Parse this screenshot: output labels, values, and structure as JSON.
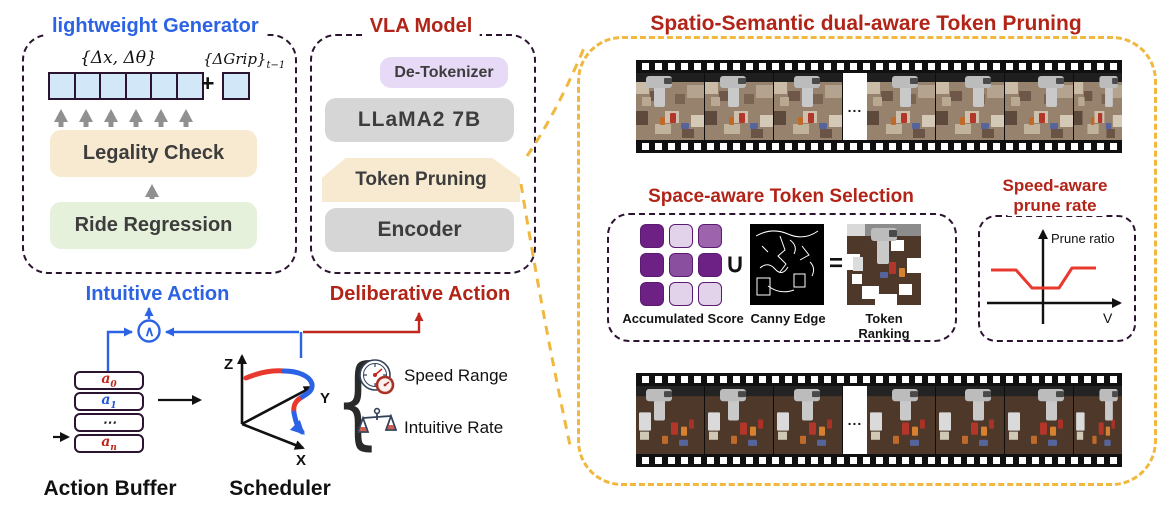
{
  "colors": {
    "blue": "#2b63e4",
    "red": "#b22418",
    "curve_red": "#e8392e",
    "yellow": "#f0b83e",
    "border_purple": "#2b1430",
    "token_fill": "#d2e8f8",
    "tan_box": "#f7ead0",
    "green_box": "#e6f1dc",
    "lavender_box": "#e6daf6",
    "gray_box": "#d6d6d6"
  },
  "generator": {
    "title": "lightweight Generator",
    "delta_label": "{Δx, Δθ}",
    "grip_label": "{ΔGrip}",
    "grip_sub": "t−1",
    "plus": "+",
    "legality_check": "Legality Check",
    "ride_regression": "Ride Regression",
    "action_label": "Intuitive Action"
  },
  "vla": {
    "title": "VLA Model",
    "de_tokenizer": "De-Tokenizer",
    "llama": "LLaMA2 7B",
    "token_pruning": "Token Pruning",
    "encoder": "Encoder",
    "action_label": "Deliberative Action"
  },
  "action_buffer": {
    "title": "Action Buffer",
    "items": [
      {
        "text": "a",
        "sub": "0",
        "color": "#c0281c"
      },
      {
        "text": "a",
        "sub": "1",
        "color": "#2356d6"
      },
      {
        "text": "⋯",
        "sub": "",
        "color": "#1a1a1a"
      },
      {
        "text": "a",
        "sub": "n",
        "color": "#c0281c"
      }
    ]
  },
  "scheduler": {
    "title": "Scheduler",
    "merge_symbol": "∧",
    "axis_z": "Z",
    "axis_y": "Y",
    "axis_x": "X",
    "legend": [
      {
        "icon": "speedometer-icon",
        "label": "Speed Range"
      },
      {
        "icon": "balance-scale-icon",
        "label": "Intuitive Rate"
      }
    ]
  },
  "right_panel": {
    "title": "Spatio-Semantic dual-aware Token Pruning",
    "ellipsis": "...",
    "film_frame_count": 6,
    "space_selection": {
      "title": "Space-aware Token Selection",
      "union_symbol": "∪",
      "equals_symbol": "=",
      "grid_colors": [
        "#6d2185",
        "#e2d2ea",
        "#9d64ad",
        "#6d2185",
        "#8a4f9e",
        "#6d2185",
        "#6d2185",
        "#e2d2ea",
        "#e2d2ea"
      ],
      "captions": [
        "Accumulated Score",
        "Canny Edge",
        "Token Ranking"
      ]
    },
    "speed_rate": {
      "title_line1": "Speed-aware",
      "title_line2": "prune rate",
      "ylabel": "Prune ratio",
      "xlabel": "V",
      "curve_points_norm": [
        [
          -1,
          0.62
        ],
        [
          -0.5,
          0.62
        ],
        [
          -0.2,
          0.28
        ],
        [
          0.3,
          0.28
        ],
        [
          0.55,
          0.65
        ],
        [
          1,
          0.65
        ]
      ]
    }
  }
}
